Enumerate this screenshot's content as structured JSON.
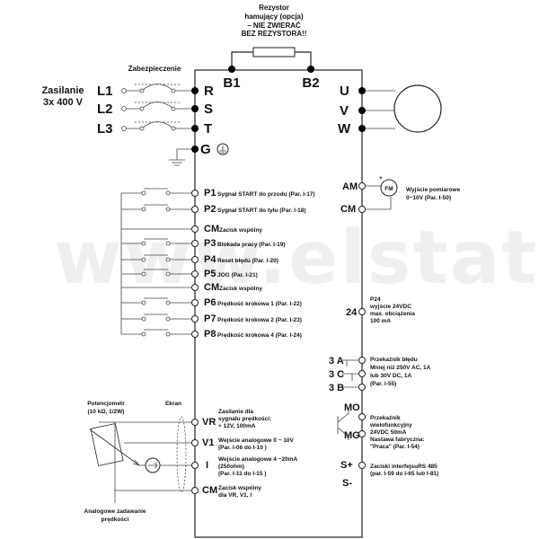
{
  "watermark": "www.elstat.pl",
  "resistor": {
    "line1": "Rezystor",
    "line2": "hamujący (opcja)",
    "line3": "– NIE ZWIERAĆ",
    "line4": "BEZ REZYSTORA!!",
    "b1": "B1",
    "b2": "B2"
  },
  "supply": {
    "line1": "Zasilanie",
    "line2": "3x 400 V",
    "protection": "Zabezpieczenie",
    "l1": "L1",
    "l2": "L2",
    "l3": "L3"
  },
  "terminals": {
    "r": "R",
    "s": "S",
    "t": "T",
    "g": "G",
    "u": "U",
    "v": "V",
    "w": "W"
  },
  "inputs": [
    {
      "code": "P1",
      "desc": "Sygnał START do przodu (Par. I-17)"
    },
    {
      "code": "P2",
      "desc": "Sygnał START do tyłu (Par. I-18)"
    },
    {
      "code": "CM",
      "desc": "Zacisk wspólny"
    },
    {
      "code": "P3",
      "desc": "Blokada pracy (Par. I-19)"
    },
    {
      "code": "P4",
      "desc": "Reset błędu (Par. I-20)"
    },
    {
      "code": "P5",
      "desc": "JOG (Par. I-21)"
    },
    {
      "code": "CM",
      "desc": "Zacisk wspólny"
    },
    {
      "code": "P6",
      "desc": "Prędkość krokowa 1 (Par. I-22)"
    },
    {
      "code": "P7",
      "desc": "Prędkość krokowa 2 (Par. I-23)"
    },
    {
      "code": "P8",
      "desc": "Prędkość krokowa 4 (Par. I-24)"
    }
  ],
  "analog": {
    "pot_line1": "Potencjometr",
    "pot_line2": "(10 kΩ, 1/2W)",
    "screen": "Ekran",
    "note_line1": "Analogowe zadawanie",
    "note_line2": "prędkości",
    "vr": "VR",
    "vr_desc": [
      "Zasilanie dla",
      "sygnału prędkości:",
      "+ 12V, 100mA"
    ],
    "v1": "V1",
    "v1_desc": [
      "Wejście analogowe 0 ~ 10V",
      "(Par. I-06 do I-10 )"
    ],
    "i": "I",
    "i_desc": [
      "Wejście analogowe 4 ~20mA",
      "(250ohm)",
      "(Par. I-11 do I-15 )"
    ],
    "cm": "CM",
    "cm_desc": [
      "Zacisk wspólny",
      "dla VR, V1, I"
    ]
  },
  "outputs": {
    "am": "AM",
    "cm": "CM",
    "fm": "FM",
    "meter_desc": [
      "Wyjście pomiarowe",
      "0~10V   (Par. I-50)"
    ],
    "p24": "24",
    "p24_desc": [
      "P24",
      "wyjście 24VDC",
      "max. obciążenia",
      "100 mA"
    ],
    "relay_a": "3 A",
    "relay_c": "3 C",
    "relay_b": "3 B",
    "relay_desc": [
      "Przekaźnik błędu",
      "Mniej niż 250V AC, 1A",
      "lub 30V DC, 1A",
      "(Par. I-55)"
    ],
    "mo": "MO",
    "mg": "MG",
    "mo_desc": [
      "Przekaźnik",
      "wielofunkcyjny",
      "24VDC 50mA",
      "Nastawa fabryczna:",
      "\"Praca\"  (Par. I-54)"
    ],
    "splus": "S+",
    "sminus": "S-",
    "rs485_desc": [
      "Zaciski interfejsuRS 485",
      "(par. I-59 do I-65 lub I-81)"
    ]
  }
}
